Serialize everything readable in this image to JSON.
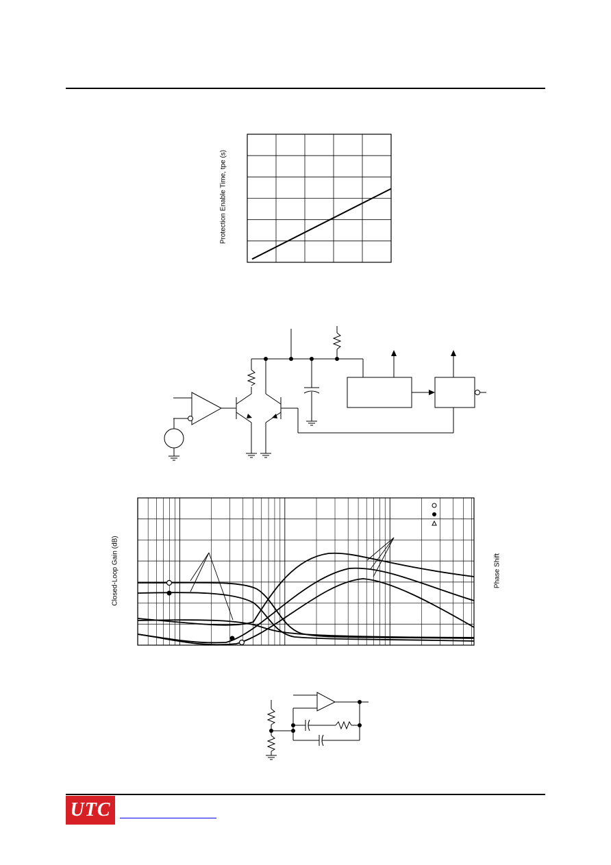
{
  "header": {
    "rule": true
  },
  "chart_data": [
    {
      "type": "line",
      "title": "",
      "xlabel": "",
      "ylabel": "Protection Enable Time, tpe (s)",
      "grid": true,
      "x": [
        0,
        5
      ],
      "series": [
        {
          "values": [
            0.15,
            3.45
          ]
        }
      ],
      "ylim": [
        0,
        6
      ],
      "xlim": [
        0,
        5
      ]
    },
    {
      "type": "line",
      "title": "",
      "xscale": "log",
      "ylabel": "Closed-Loop Gain (dB)",
      "y2label": "Phase Shift",
      "grid": true,
      "legend": {
        "placement": "top-right",
        "markers": [
          "open-circle",
          "filled-circle",
          "triangle"
        ]
      }
    }
  ],
  "schematic": {
    "type": "circuit",
    "blocks": 2
  },
  "feedback_network": {
    "type": "circuit"
  },
  "footer": {
    "logo_text": "UTC",
    "logo_color": "#d71f26",
    "link_color": "#0000ee"
  }
}
